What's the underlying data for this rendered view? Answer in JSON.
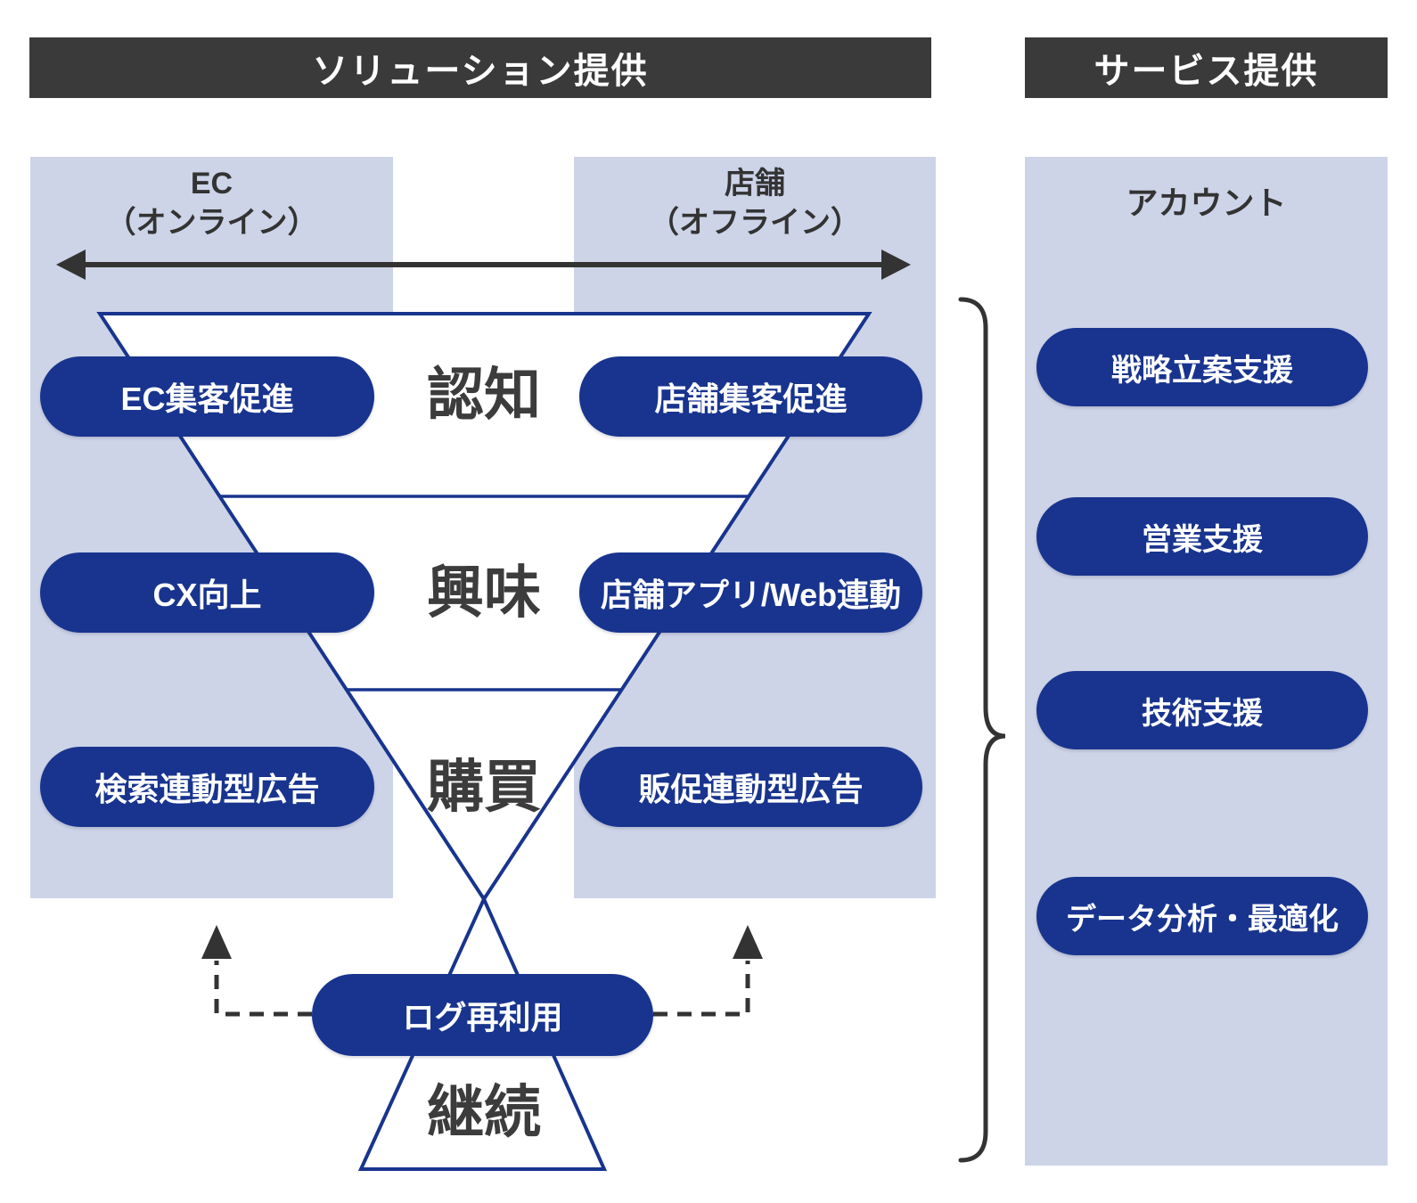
{
  "colors": {
    "navy": "#18348E",
    "lavender": "#CDD4E8",
    "dark_bar": "#3A3A3A",
    "ink": "#333333",
    "stage_text": "#3C3C3C",
    "white": "#FFFFFF"
  },
  "headers": {
    "solution_label": "ソリューション提供",
    "service_label": "サービス提供"
  },
  "columns": {
    "ec": {
      "line1": "EC",
      "line2": "（オンライン）"
    },
    "store": {
      "line1": "店舗",
      "line2": "（オフライン）"
    },
    "account": {
      "label": "アカウント"
    }
  },
  "funnel": {
    "stages": [
      {
        "name": "認知",
        "left_pill": "EC集客促進",
        "right_pill": "店舗集客促進"
      },
      {
        "name": "興味",
        "left_pill": "CX向上",
        "right_pill": "店舗アプリ/Web連動"
      },
      {
        "name": "購買",
        "left_pill": "検索連動型広告",
        "right_pill": "販促連動型広告"
      },
      {
        "name": "継続"
      }
    ],
    "log_pill": "ログ再利用"
  },
  "services": {
    "items": [
      "戦略立案支援",
      "営業支援",
      "技術支援",
      "データ分析・最適化"
    ]
  }
}
